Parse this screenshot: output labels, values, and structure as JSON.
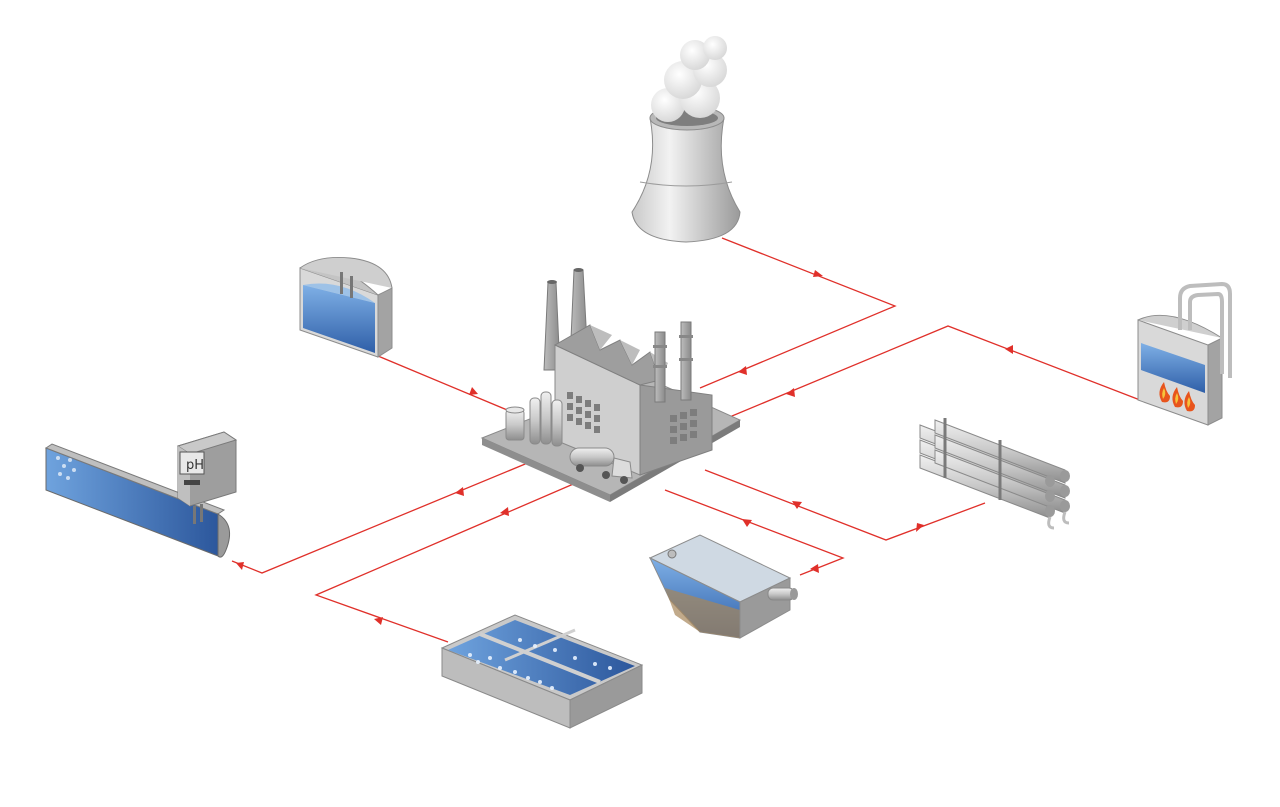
{
  "diagram": {
    "colors": {
      "flow_line": "#e0302a",
      "equipment_gray": "#a8a8a8",
      "water_blue": "#3f78c4",
      "background": "#ffffff"
    },
    "nodes": [
      {
        "id": "cooling-tower",
        "icon": "cooling-tower-icon"
      },
      {
        "id": "factory",
        "icon": "factory-icon"
      },
      {
        "id": "storage-tank",
        "icon": "storage-tank-icon"
      },
      {
        "id": "heated-tank",
        "icon": "heated-tank-icon"
      },
      {
        "id": "heat-exchanger",
        "icon": "pipe-bundle-icon"
      },
      {
        "id": "settling-tank",
        "icon": "settling-tank-icon"
      },
      {
        "id": "aeration-basin",
        "icon": "aeration-basin-icon"
      },
      {
        "id": "ph-channel",
        "icon": "ph-channel-icon"
      }
    ],
    "ph_meter": {
      "label": "pH"
    }
  }
}
